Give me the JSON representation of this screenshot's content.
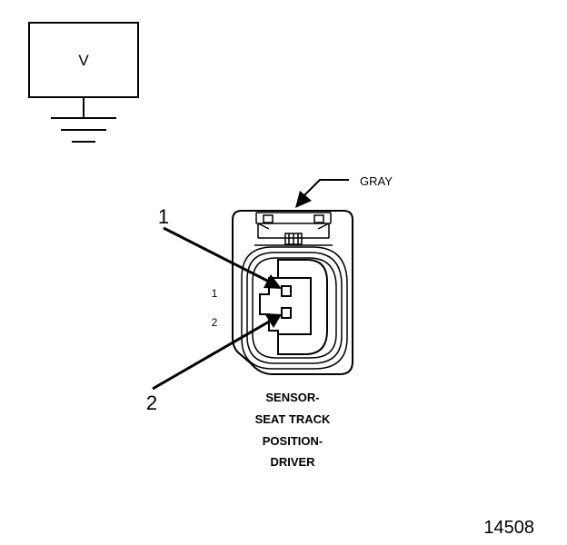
{
  "meter": {
    "symbol": "V"
  },
  "connector": {
    "color_label": "GRAY",
    "callouts": [
      "1",
      "2"
    ],
    "pins": [
      "1",
      "2"
    ],
    "title_lines": [
      "SENSOR-",
      "SEAT TRACK",
      "POSITION-",
      "DRIVER"
    ]
  },
  "figure_id": "14508"
}
